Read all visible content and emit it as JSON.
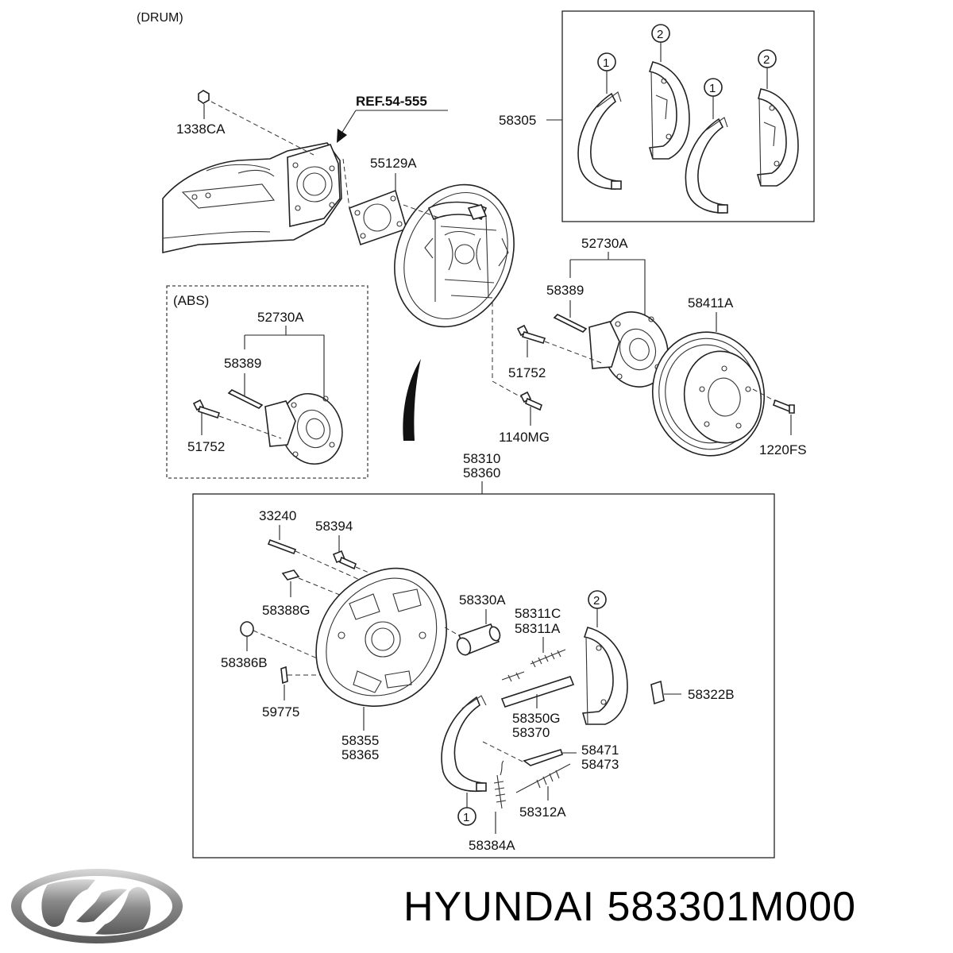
{
  "labels": {
    "drum": "(DRUM)",
    "ref": "REF.54-555",
    "p1338CA": "1338CA",
    "p55129A": "55129A",
    "p58305": "58305",
    "abs": "(ABS)",
    "abs52730A": "52730A",
    "abs58389": "58389",
    "abs51752": "51752",
    "p52730A": "52730A",
    "p58389": "58389",
    "p58411A": "58411A",
    "p51752": "51752",
    "p1140MG": "1140MG",
    "p1220FS": "1220FS",
    "p58310": "58310",
    "p58360": "58360",
    "p33240": "33240",
    "p58394": "58394",
    "p58388G": "58388G",
    "p58386B": "58386B",
    "p59775": "59775",
    "p58355": "58355",
    "p58365": "58365",
    "p58330A": "58330A",
    "p58311C": "58311C",
    "p58311A": "58311A",
    "p58350G": "58350G",
    "p58370": "58370",
    "p58322B": "58322B",
    "p58471": "58471",
    "p58473": "58473",
    "p58312A": "58312A",
    "p58384A": "58384A"
  },
  "callouts": {
    "one": "1",
    "two": "2"
  },
  "footer": {
    "brand_part": "HYUNDAI 583301M000"
  },
  "logo": {
    "icon": "hyundai-logo-icon"
  }
}
